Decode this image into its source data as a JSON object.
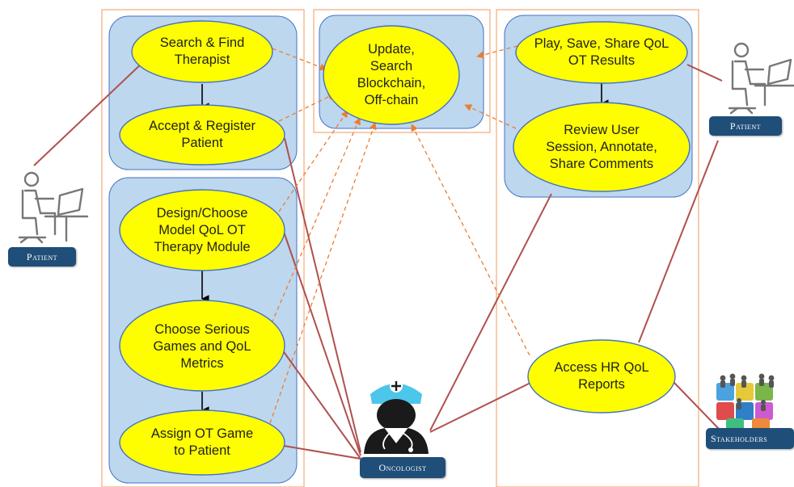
{
  "colors": {
    "node_fill": "#fefe00",
    "node_stroke": "#4472c4",
    "panel_fill": "#bdd7ee",
    "panel_stroke": "#4472c4",
    "lane_border": "#f4b183",
    "solid_connector": "#b05050",
    "dashed_connector": "#ed7d31",
    "badge_fill": "#1f4e79",
    "figure_stroke": "#777777"
  },
  "nodes": {
    "search_find_therapist": "Search & Find Therapist",
    "accept_register_patient": "Accept & Register Patient",
    "design_choose_module": "Design/Choose Model QoL OT Therapy Module",
    "choose_serious_games": "Choose Serious Games and QoL Metrics",
    "assign_ot_game": "Assign OT Game to Patient",
    "update_search_blockchain": "Update, Search Blockchain, Off-chain",
    "play_save_share": "Play, Save, Share QoL OT Results",
    "review_user_session": "Review User Session, Annotate, Share Comments",
    "access_hr_reports": "Access HR QoL Reports"
  },
  "actors": {
    "patient_left": "Patient",
    "patient_right": "Patient",
    "oncologist": "Oncologist",
    "stakeholders": "Stakeholders"
  },
  "icons": {
    "patient_left": "person-at-computer-icon",
    "patient_right": "person-at-computer-icon",
    "oncologist": "doctor-icon",
    "stakeholders": "puzzle-team-icon"
  }
}
